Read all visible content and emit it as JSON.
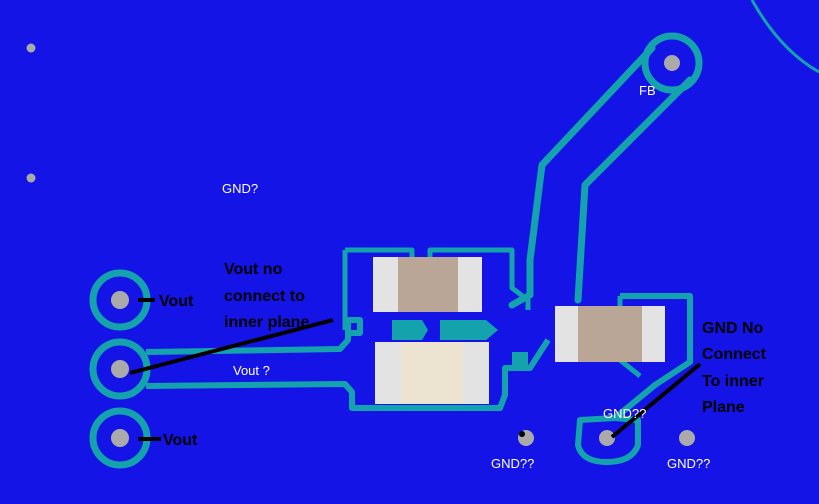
{
  "labels": {
    "fb": "FB",
    "gnd_top": "GND?",
    "vout_top": "Vout",
    "vout_bottom": "Vout",
    "vout_mid": "Vout ?",
    "vout_note": [
      "Vout no",
      "connect to",
      "inner plane"
    ],
    "gnd_note": [
      "GND No",
      "Connect",
      "To inner",
      "Plane"
    ],
    "gnd_pad_mid": "GND??",
    "gnd_bottom_left": "GND??",
    "gnd_bottom_right": "GND??"
  },
  "colors": {
    "board": "#1414e6",
    "trace": "#14a3ad",
    "pad": "#aaaaaa",
    "component_body": "#b9a696",
    "component_end": "#e3e3e3",
    "black_line": "#000000"
  }
}
